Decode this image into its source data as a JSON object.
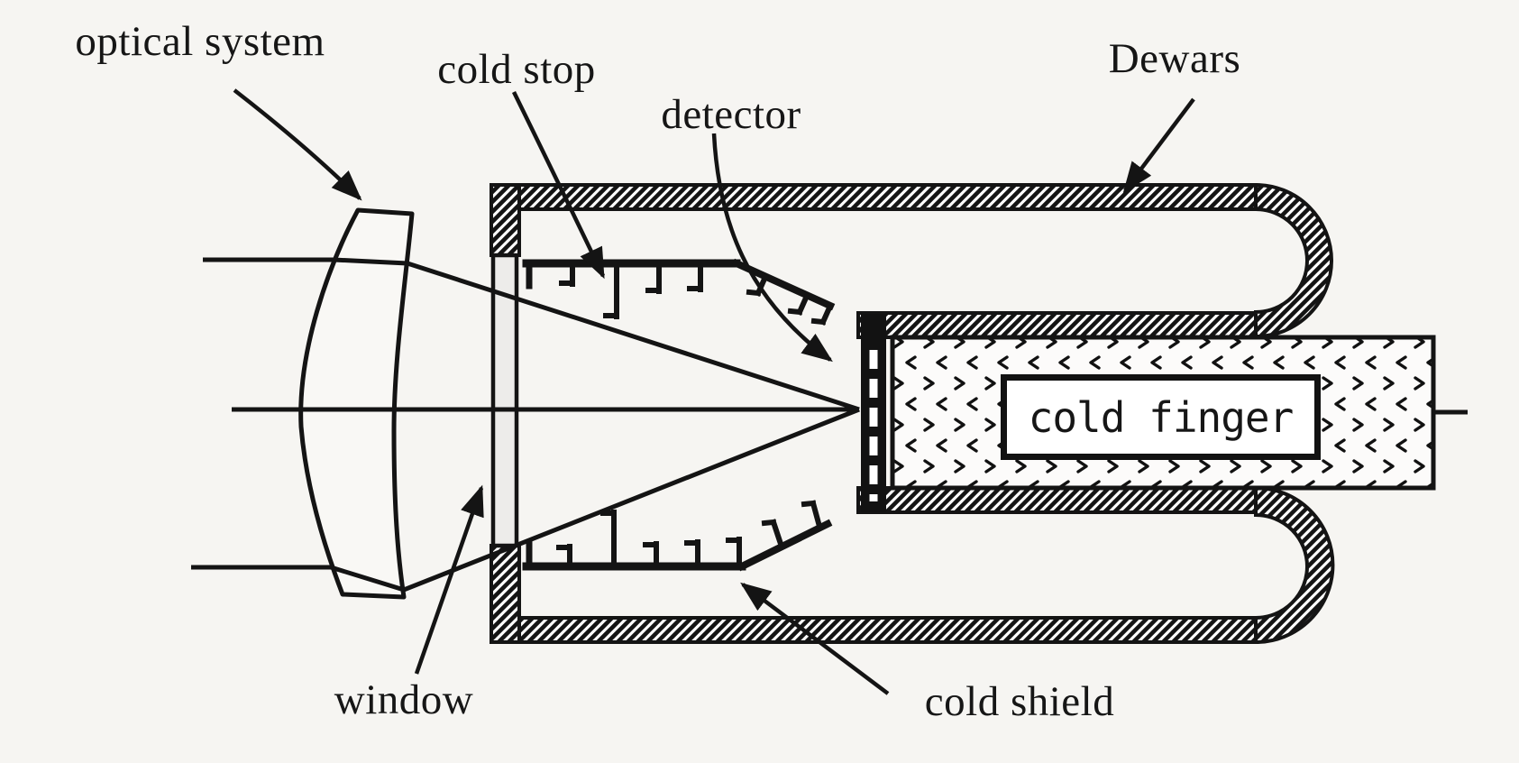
{
  "diagram": {
    "labels": {
      "optical_system": "optical system",
      "cold_stop": "cold stop",
      "detector": "detector",
      "dewars": "Dewars",
      "cold_finger": "cold finger",
      "window": "window",
      "cold_shield": "cold shield"
    },
    "colors": {
      "ink": "#161616",
      "background": "#f6f5f2",
      "window_fill": "#edecea",
      "stipple_bg": "#fcfbfa"
    }
  }
}
